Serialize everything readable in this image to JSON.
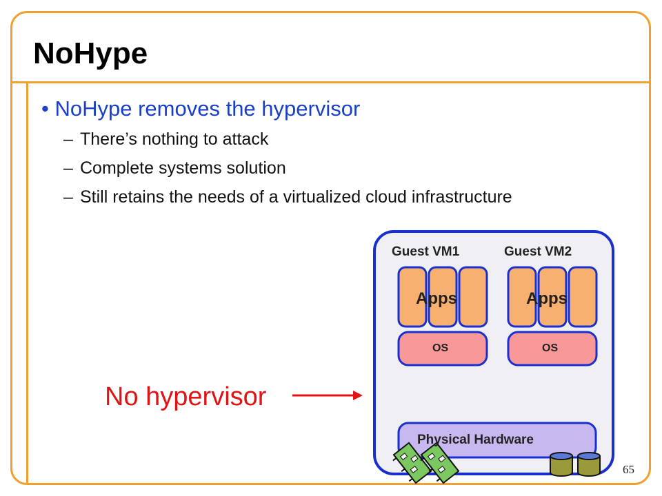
{
  "slide": {
    "title": "NoHype",
    "bullet": "NoHype removes the hypervisor",
    "sub_bullets": [
      "There’s nothing to attack",
      "Complete systems solution",
      "Still retains the needs of a virtualized cloud infrastructure"
    ],
    "dash": "–",
    "page_number": "65"
  },
  "diagram": {
    "vm1_label": "Guest VM1",
    "vm2_label": "Guest VM2",
    "apps_label": "Apps",
    "os_label": "OS",
    "hardware_label": "Physical Hardware",
    "annotation": "No hypervisor",
    "colors": {
      "accent": "#f0a030",
      "container_border": "#1a2fd0",
      "container_fill": "#f0f0f4",
      "apps_fill": "#f8b070",
      "os_fill": "#f89898",
      "hardware_fill": "#c8b8f0",
      "annotation": "#e01414"
    }
  }
}
